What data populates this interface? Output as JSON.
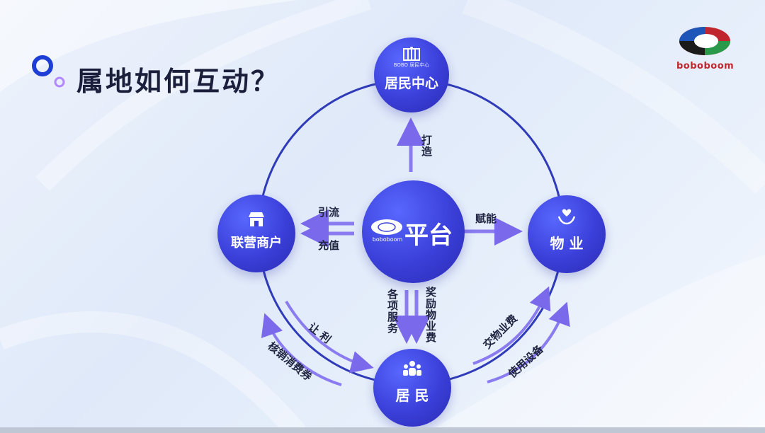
{
  "page": {
    "title": "属地如何互动？"
  },
  "logo": {
    "text": "boboboom"
  },
  "nodes": {
    "center": {
      "label": "平台",
      "mini_logo_text": "boboboom"
    },
    "top": {
      "label": "居民中心",
      "icon_caption": "BOBO 居民中心"
    },
    "left": {
      "label": "联营商户"
    },
    "right": {
      "label": "物 业"
    },
    "bottom": {
      "label": "居 民"
    }
  },
  "edges": {
    "center_top": "打造",
    "center_right": "赋能",
    "center_left_top": "引流",
    "center_left_bottom": "充值",
    "center_bottom_left": "各项服务",
    "center_bottom_right": "奖励物业费",
    "left_bottom_inner": "让 利",
    "bottom_left_outer": "核销消费券",
    "bottom_right_inner": "交物业费",
    "bottom_right_outer": "使用设备"
  },
  "icons": {
    "top": "building-icon",
    "left": "store-icon",
    "right": "hand-heart-icon",
    "bottom": "people-icon"
  },
  "colors": {
    "node": "#3a3fd8",
    "ring": "#2f3bb8",
    "arrow": "#8a7bf0",
    "title": "#1b1f3b",
    "logo_red": "#c0262d"
  }
}
